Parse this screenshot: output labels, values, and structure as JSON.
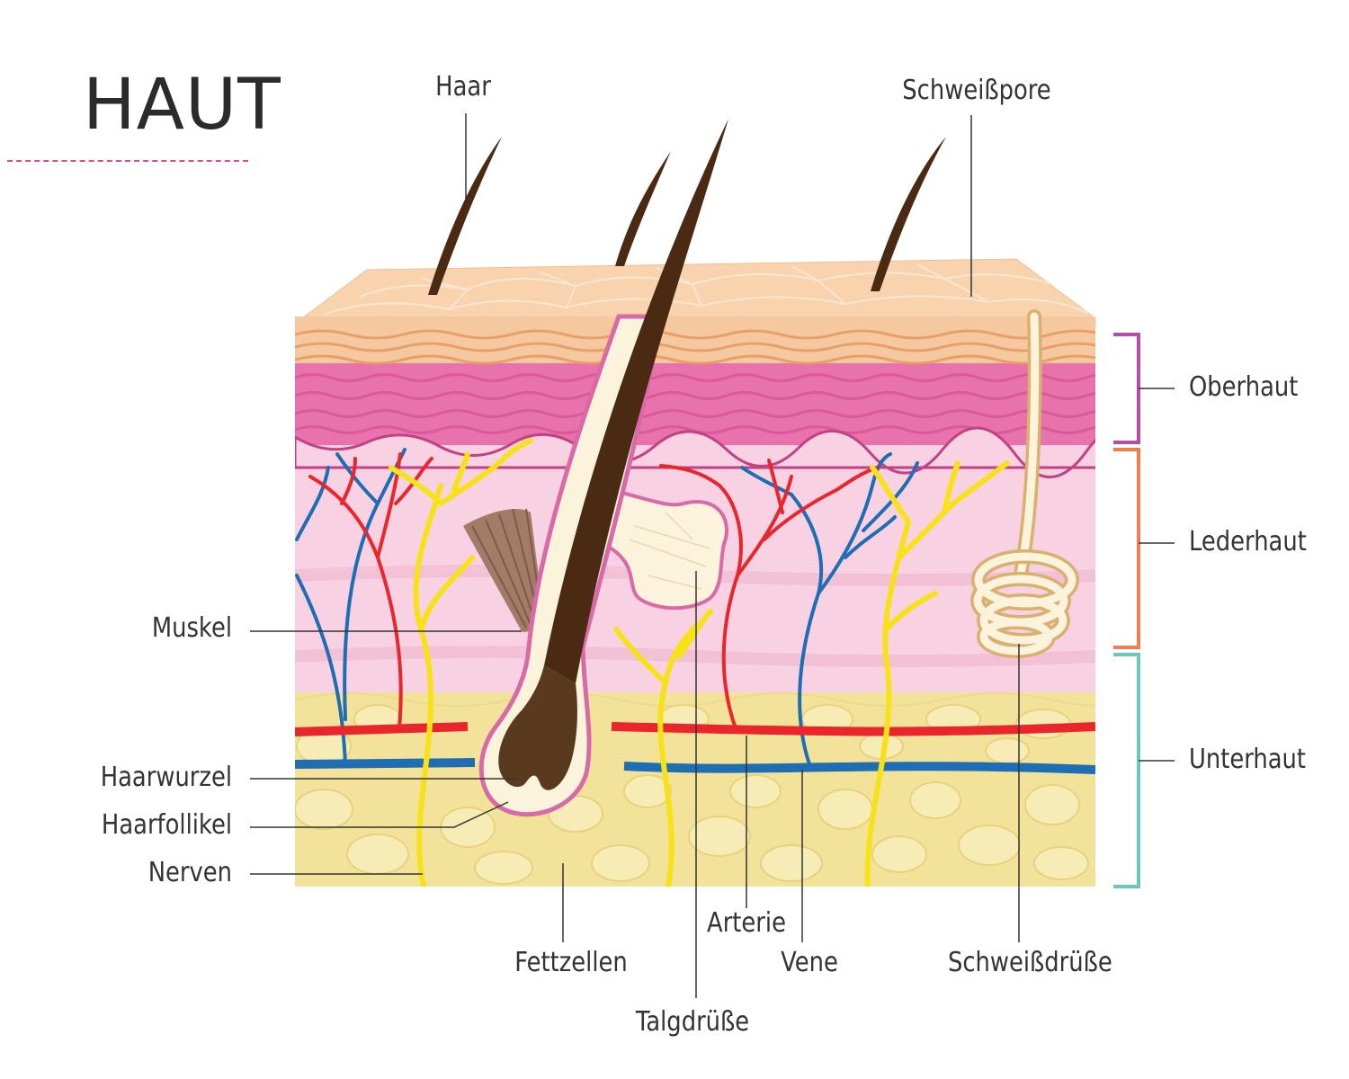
{
  "title": "HAUT",
  "colors": {
    "title_rule": "#d8508e",
    "epidermis_top": "#f7cfa8",
    "epidermis_band": "#e9a36a",
    "dermis_upper": "#e66aa6",
    "dermis": "#f7cfe0",
    "fat": "#f4e39a",
    "artery": "#e8262c",
    "vein": "#1f6db3",
    "nerve": "#f7e21a",
    "hair": "#4a2a12",
    "gland": "#fbf3dc",
    "bracket_oberhaut": "#b44ea5",
    "bracket_lederhaut": "#ee7e4f",
    "bracket_unterhaut": "#6cc8bd"
  },
  "labels": {
    "haar": "Haar",
    "schweisspore": "Schweißpore",
    "oberhaut": "Oberhaut",
    "lederhaut": "Lederhaut",
    "unterhaut": "Unterhaut",
    "muskel": "Muskel",
    "haarwurzel": "Haarwurzel",
    "haarfollikel": "Haarfollikel",
    "nerven": "Nerven",
    "fettzellen": "Fettzellen",
    "talgdruese": "Talgdrüße",
    "arterie": "Arterie",
    "vene": "Vene",
    "schweissdruese": "Schweißdrüße"
  }
}
